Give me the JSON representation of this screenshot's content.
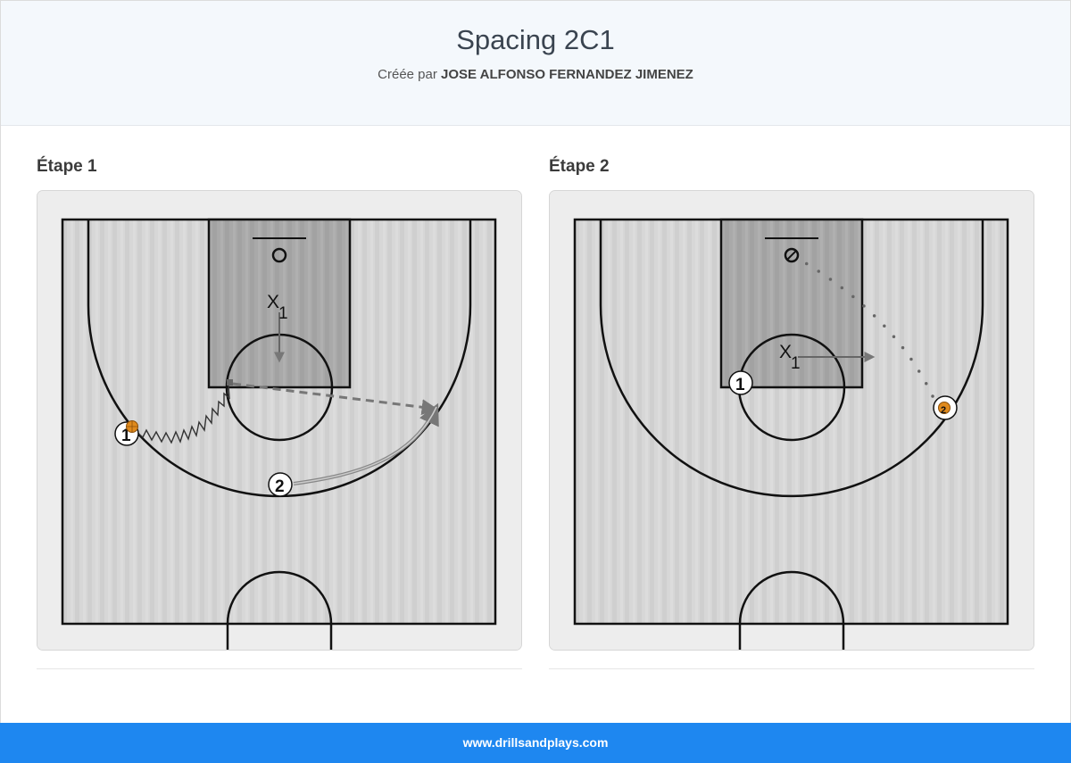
{
  "header": {
    "title": "Spacing 2C1",
    "created_by_prefix": "Créée par",
    "author": "JOSE ALFONSO FERNANDEZ JIMENEZ"
  },
  "steps": [
    {
      "title": "Étape 1",
      "players": [
        {
          "label": "1",
          "has_ball": true
        },
        {
          "label": "2",
          "has_ball": false
        }
      ],
      "defender": {
        "label": "X",
        "sub": "1"
      },
      "actions": [
        "dribble",
        "pass",
        "cut",
        "defender-slide"
      ]
    },
    {
      "title": "Étape 2",
      "players": [
        {
          "label": "1",
          "has_ball": false
        },
        {
          "label": "2",
          "has_ball": true
        }
      ],
      "defender": {
        "label": "X",
        "sub": "1"
      },
      "actions": [
        "shot",
        "defender-slide"
      ]
    }
  ],
  "footer": {
    "site": "www.drillsandplays.com"
  },
  "colors": {
    "footer_bg": "#1e87f0",
    "header_bg": "#f4f8fc",
    "court": "#d3d3d3",
    "paint": "#a8a8a8",
    "ball": "#e08a1c"
  }
}
